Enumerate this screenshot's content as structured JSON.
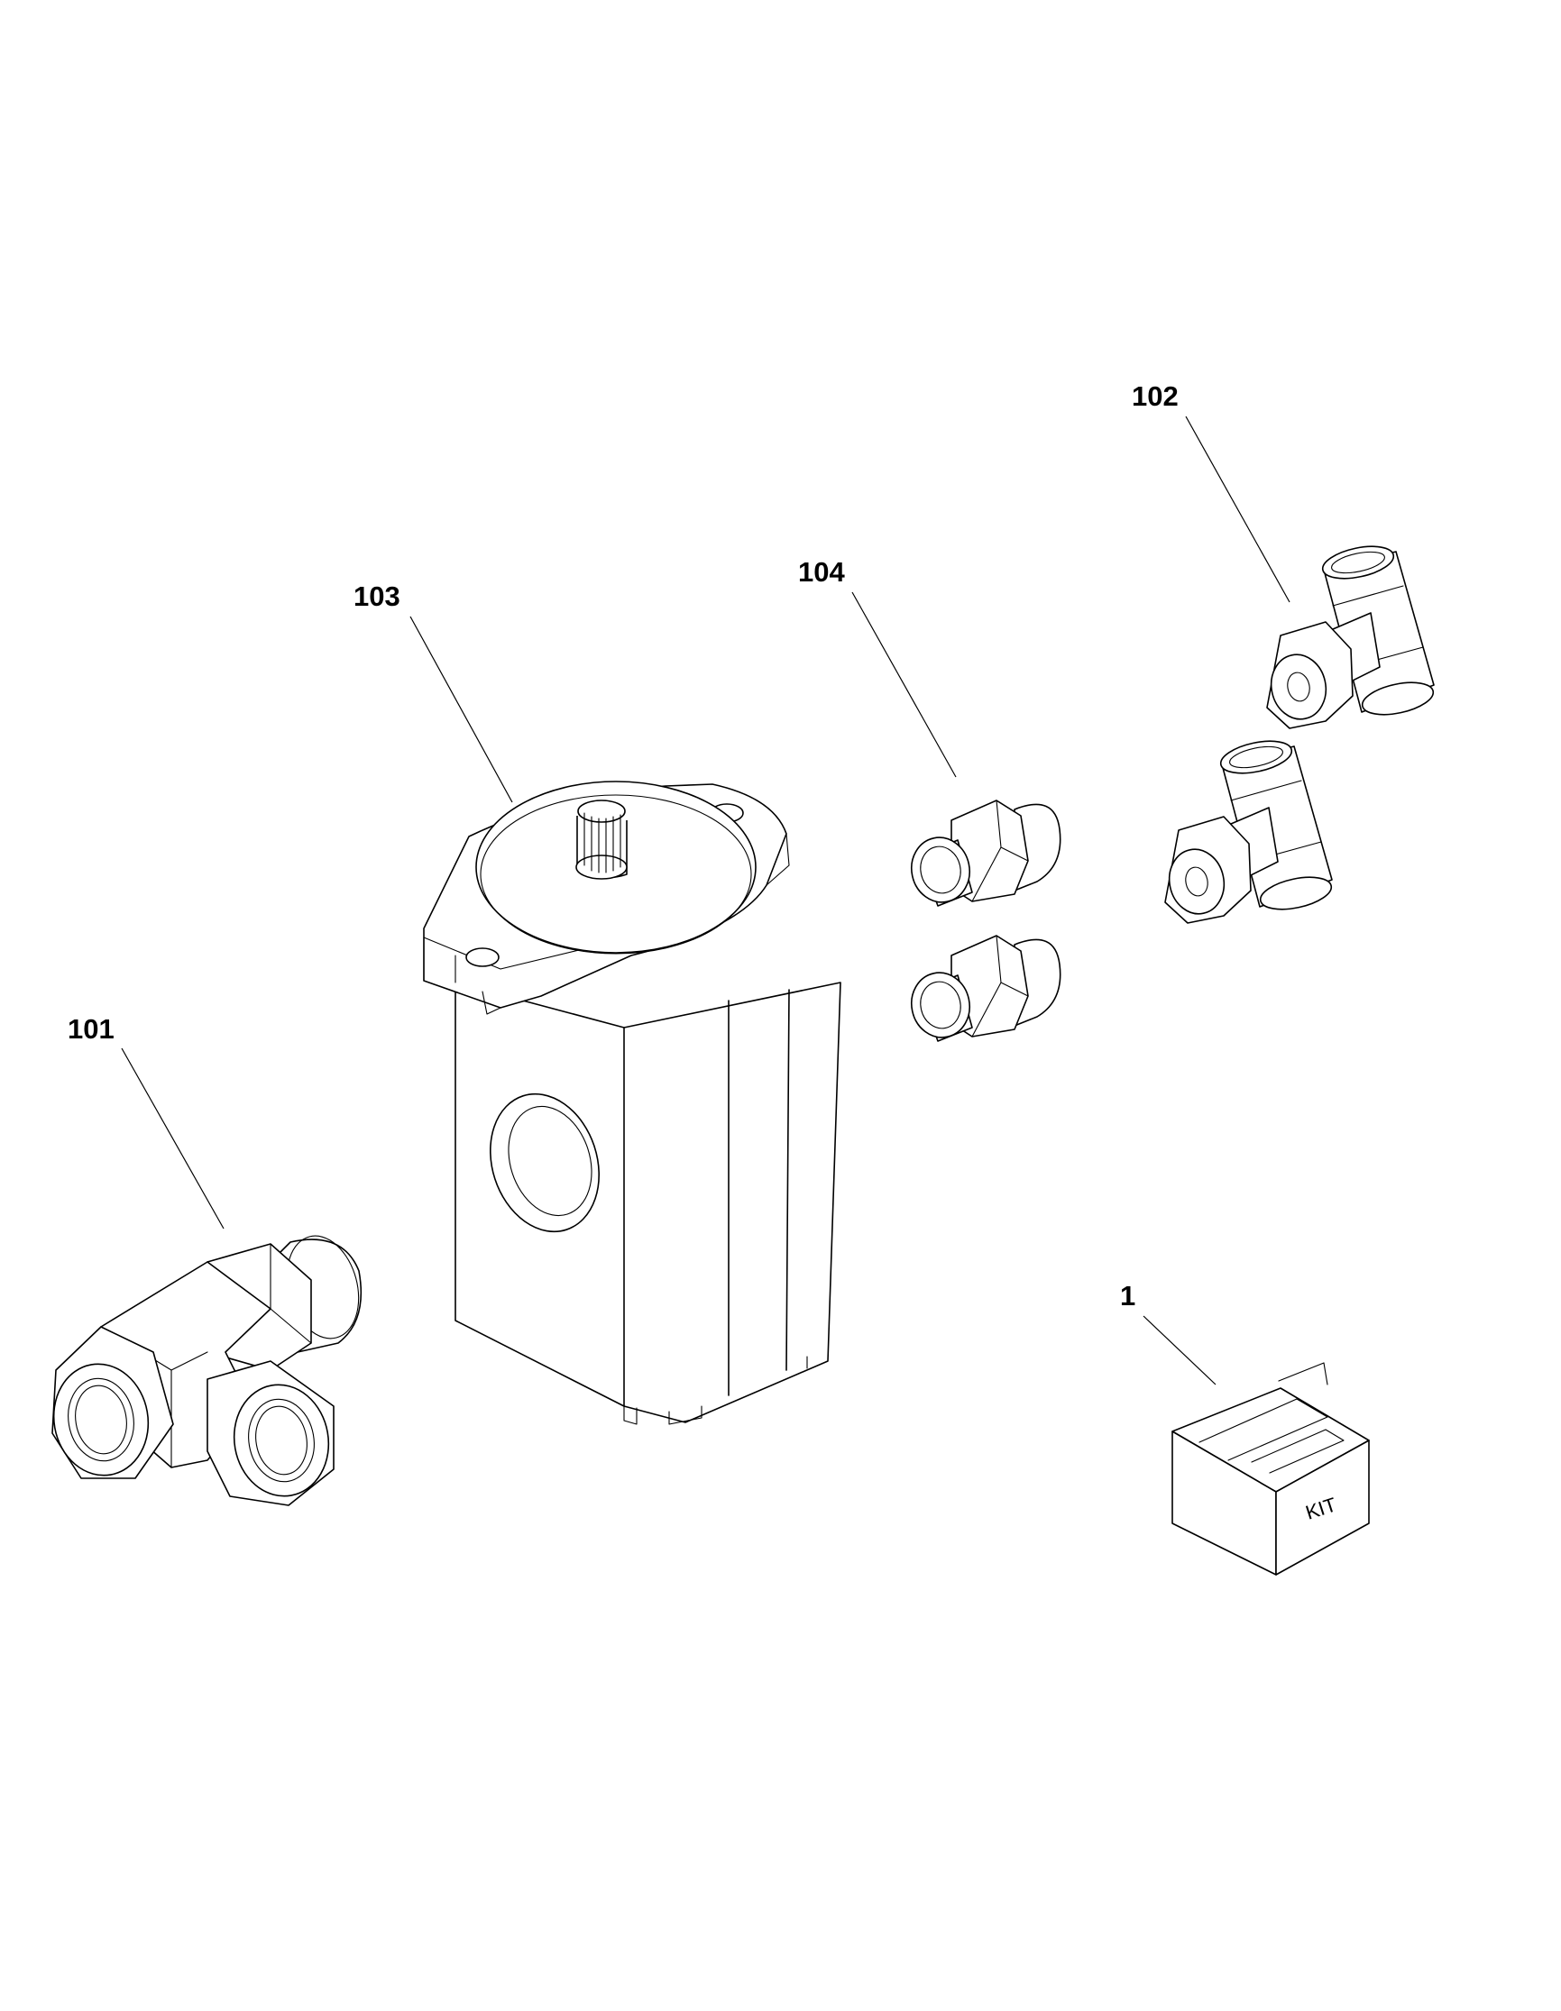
{
  "callouts": {
    "part_101": "101",
    "part_102": "102",
    "part_103": "103",
    "part_104": "104",
    "part_1": "1"
  },
  "kit_label": "KIT"
}
